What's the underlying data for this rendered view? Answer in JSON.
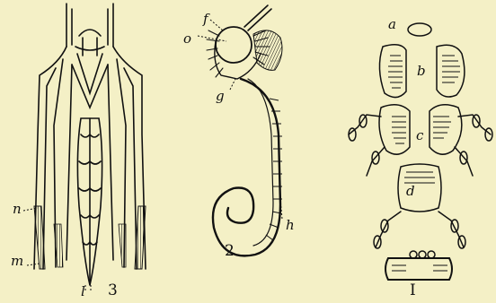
{
  "figure": {
    "fig1": {
      "number": "I",
      "labels": {
        "a": "a",
        "b": "b",
        "c": "c",
        "d": "d"
      }
    },
    "fig2": {
      "number": "2",
      "labels": {
        "f": "f",
        "o": "o",
        "g": "g",
        "h": "h"
      }
    },
    "fig3": {
      "number": "3",
      "labels": {
        "n": "n",
        "m": "m",
        "l": "l"
      }
    }
  },
  "colors": {
    "paper": "#f4f0c6",
    "ink": "#111111"
  }
}
